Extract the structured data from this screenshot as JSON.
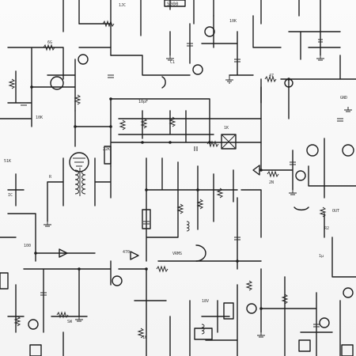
{
  "diagram": {
    "labels": {
      "top_box": "5000",
      "lbl_a": "6G",
      "lbl_b": "1JC",
      "lbl_c": "10pF",
      "lbl_d": "10K",
      "lbl_e": "51K",
      "lbl_f": "R",
      "lbl_g": "1K",
      "lbl_h": "C1",
      "lbl_i": "VRMS",
      "lbl_j": "470",
      "lbl_k": "2N",
      "lbl_l": "100",
      "lbl_m": "SW",
      "lbl_n": "18V",
      "lbl_o": "1K",
      "lbl_p": "OUT",
      "lbl_q": "1µ",
      "lbl_r": "IC",
      "lbl_s": "47",
      "lbl_t": "10K",
      "lbl_u": "R2",
      "lbl_v": "GND",
      "lbl_w": "22K"
    }
  }
}
